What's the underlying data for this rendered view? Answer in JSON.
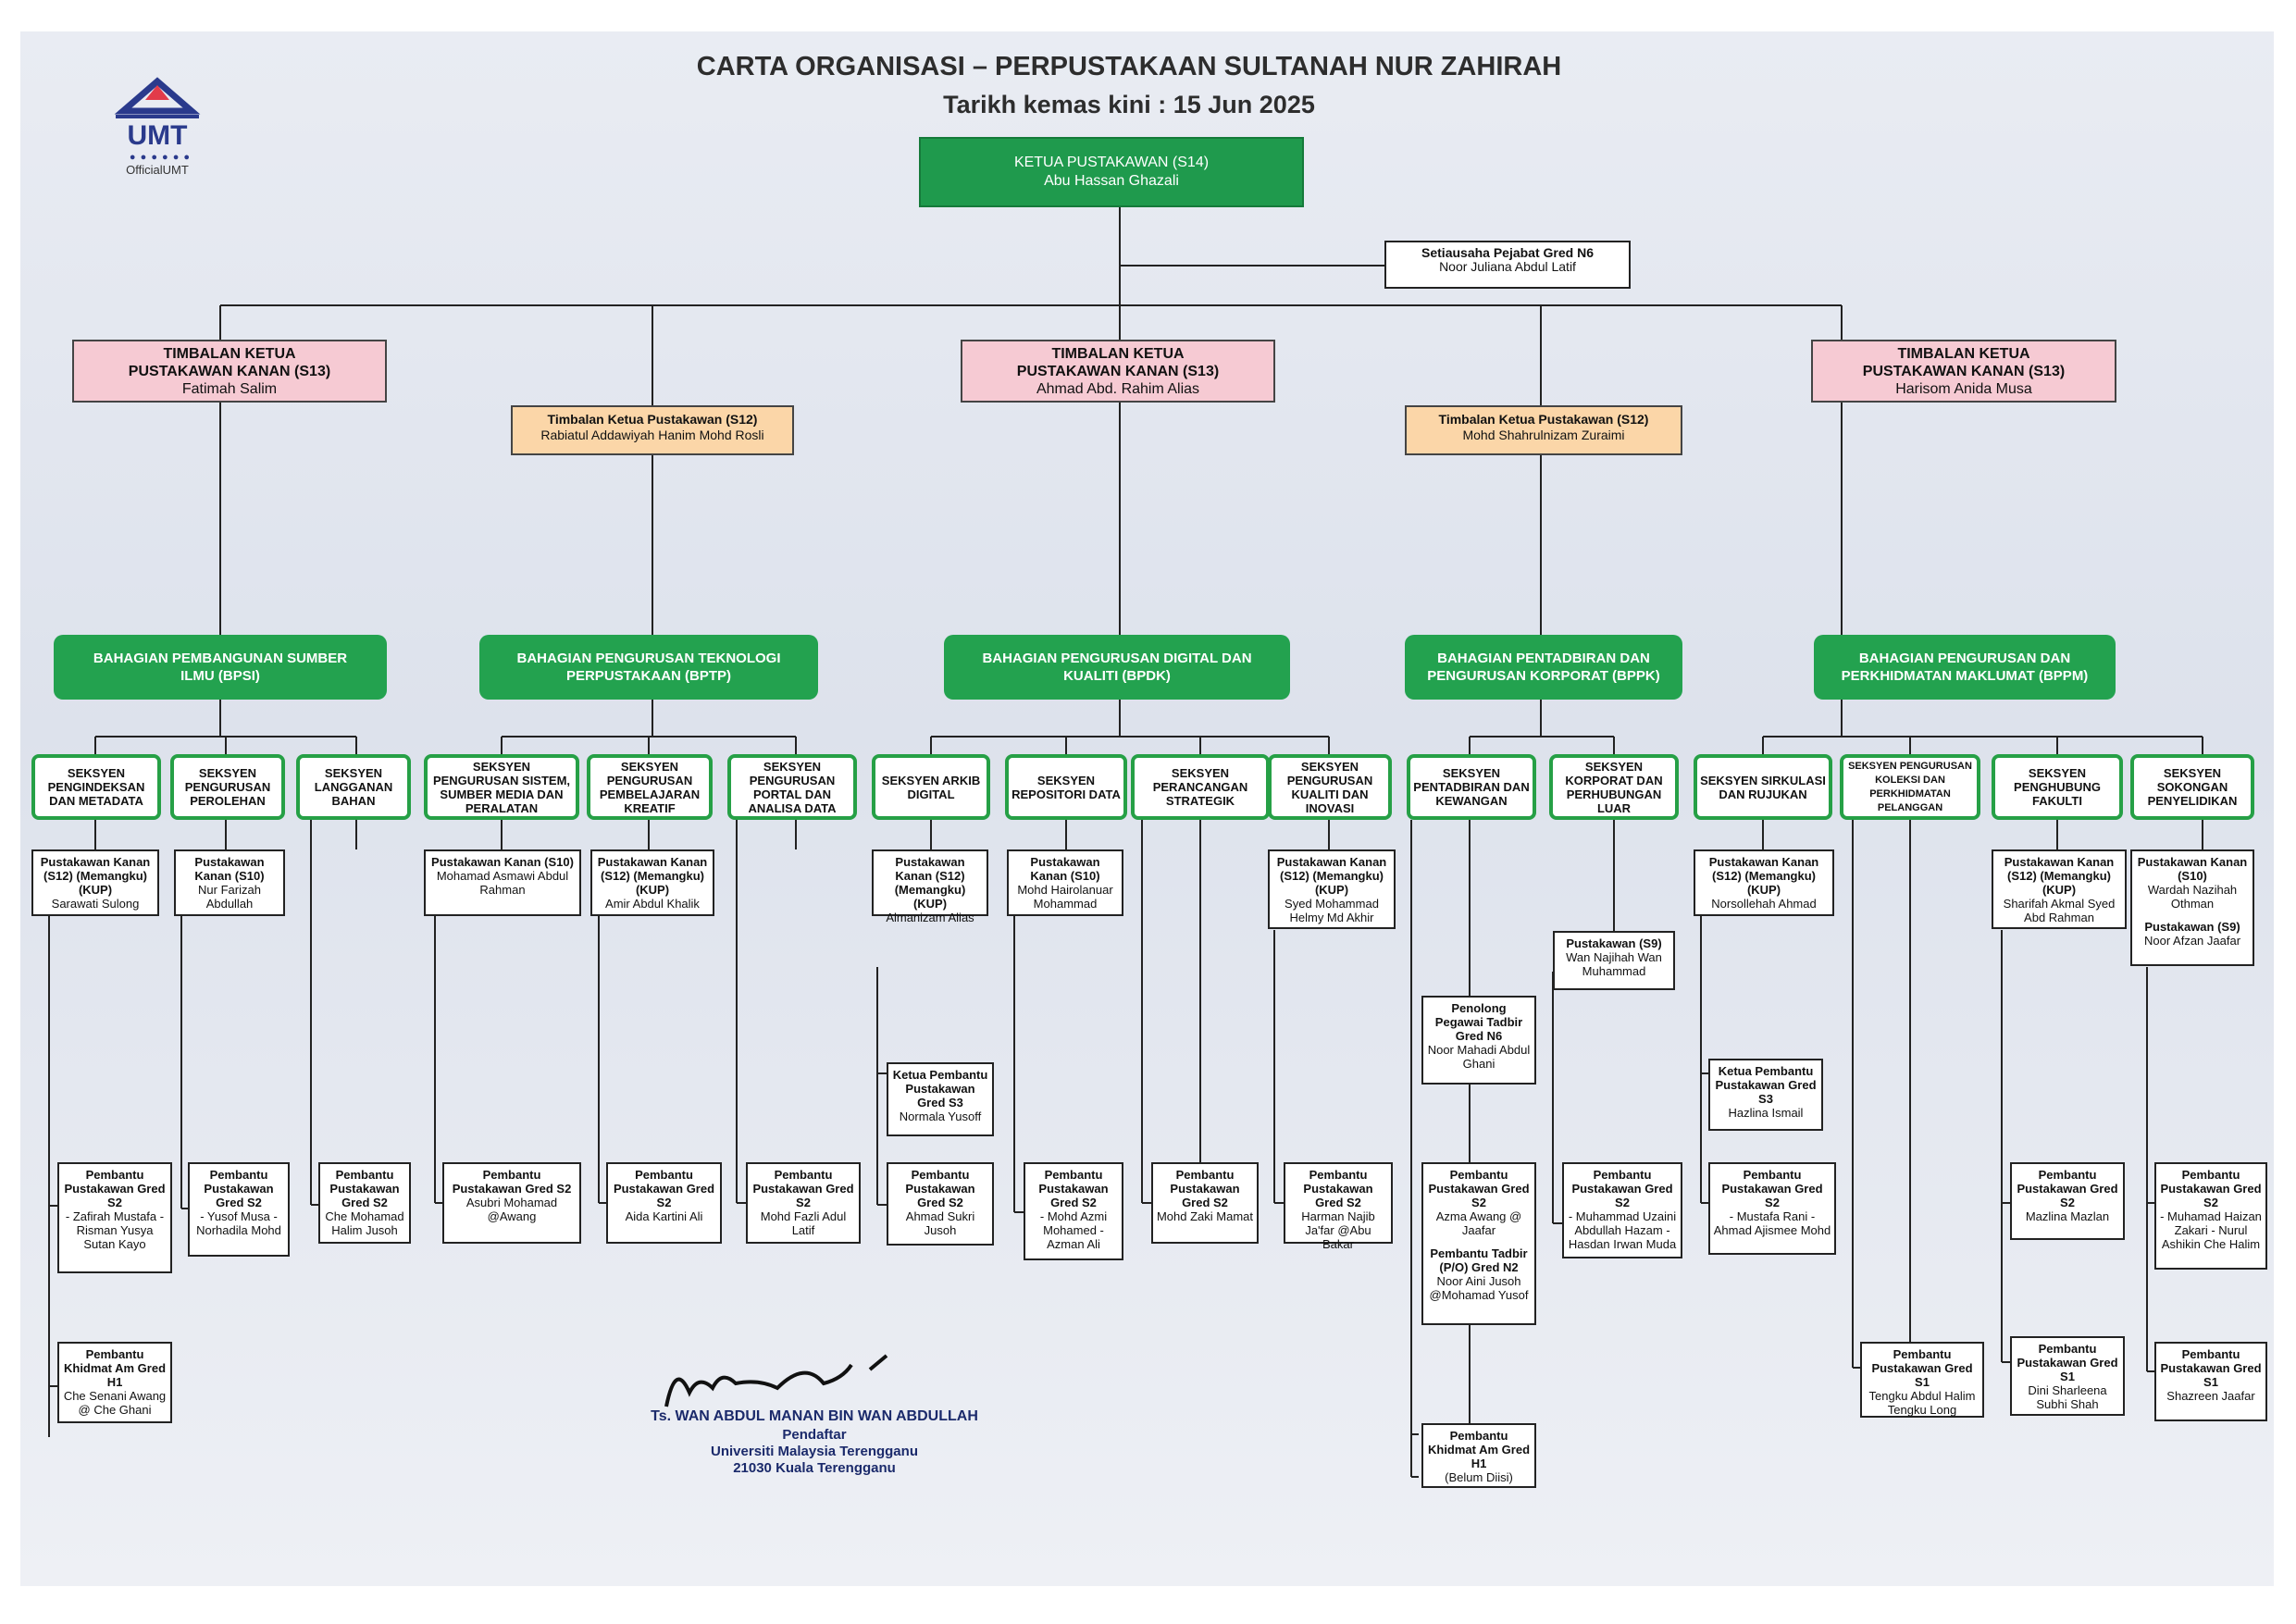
{
  "header": {
    "title": "CARTA ORGANISASI – PERPUSTAKAAN SULTANAH NUR ZAHIRAH",
    "subtitle": "Tarikh kemas kini : 15 Jun 2025"
  },
  "logo": {
    "text": "UMT",
    "handle": "OfficialUMT"
  },
  "colors": {
    "green": "#1f9a4d",
    "pink": "#f6cad3",
    "orange": "#fbd6a8",
    "section_border": "#26a046"
  },
  "top": {
    "role": "KETUA PUSTAKAWAN (S14)",
    "name": "Abu Hassan Ghazali"
  },
  "secretary": {
    "role": "Setiausaha Pejabat Gred N6",
    "name": "Noor Juliana Abdul Latif"
  },
  "deputies": [
    {
      "role1": "TIMBALAN KETUA",
      "role2": "PUSTAKAWAN KANAN (S13)",
      "name": "Fatimah Salim"
    },
    {
      "role1": "TIMBALAN KETUA",
      "role2": "PUSTAKAWAN KANAN (S13)",
      "name": "Ahmad Abd. Rahim Alias"
    },
    {
      "role1": "TIMBALAN KETUA",
      "role2": "PUSTAKAWAN KANAN (S13)",
      "name": "Harisom Anida Musa"
    }
  ],
  "deputies_s12": [
    {
      "role": "Timbalan Ketua Pustakawan (S12)",
      "name": "Rabiatul Addawiyah Hanim Mohd Rosli"
    },
    {
      "role": "Timbalan Ketua Pustakawan (S12)",
      "name": "Mohd Shahrulnizam Zuraimi"
    }
  ],
  "divisions": [
    {
      "l1": "BAHAGIAN PEMBANGUNAN SUMBER",
      "l2": "ILMU (BPSI)"
    },
    {
      "l1": "BAHAGIAN PENGURUSAN TEKNOLOGI",
      "l2": "PERPUSTAKAAN (BPTP)"
    },
    {
      "l1": "BAHAGIAN PENGURUSAN DIGITAL DAN",
      "l2": "KUALITI (BPDK)"
    },
    {
      "l1": "BAHAGIAN PENTADBIRAN DAN",
      "l2": "PENGURUSAN KORPORAT (BPPK)"
    },
    {
      "l1": "BAHAGIAN PENGURUSAN DAN",
      "l2": "PERKHIDMATAN MAKLUMAT (BPPM)"
    }
  ],
  "sections": [
    "SEKSYEN PENGINDEKSAN DAN METADATA",
    "SEKSYEN PENGURUSAN PEROLEHAN",
    "SEKSYEN LANGGANAN BAHAN",
    "SEKSYEN PENGURUSAN SISTEM, SUMBER MEDIA DAN PERALATAN",
    "SEKSYEN PENGURUSAN PEMBELAJARAN KREATIF",
    "SEKSYEN PENGURUSAN PORTAL DAN ANALISA DATA",
    "SEKSYEN ARKIB DIGITAL",
    "SEKSYEN REPOSITORI DATA",
    "SEKSYEN PERANCANGAN STRATEGIK",
    "SEKSYEN PENGURUSAN KUALITI DAN INOVASI",
    "SEKSYEN PENTADBIRAN DAN KEWANGAN",
    "SEKSYEN KORPORAT DAN PERHUBUNGAN LUAR",
    "SEKSYEN SIRKULASI DAN RUJUKAN",
    "SEKSYEN PENGURUSAN KOLEKSI DAN PERKHIDMATAN PELANGGAN",
    "SEKSYEN PENGHUBUNG FAKULTI",
    "SEKSYEN SOKONGAN PENYELIDIKAN"
  ],
  "staff": {
    "s1a": {
      "bold": "Pustakawan Kanan (S12) (Memangku) (KUP)",
      "text": "Sarawati Sulong"
    },
    "s1b": {
      "bold": "Pembantu Pustakawan Gred S2",
      "text": "- Zafirah Mustafa - Risman Yusya Sutan Kayo"
    },
    "s1c": {
      "bold": "Pembantu Khidmat Am Gred H1",
      "text": "Che Senani Awang @ Che Ghani"
    },
    "s2a": {
      "bold": "Pustakawan Kanan (S10)",
      "text": "Nur Farizah Abdullah"
    },
    "s2b": {
      "bold": "Pembantu Pustakawan Gred S2",
      "text": "- Yusof Musa - Norhadila Mohd"
    },
    "s3a": {
      "bold": "Pembantu Pustakawan Gred S2",
      "text": "Che Mohamad Halim Jusoh"
    },
    "s4a": {
      "bold": "Pustakawan Kanan (S10)",
      "text": "Mohamad Asmawi Abdul Rahman"
    },
    "s4b": {
      "bold": "Pembantu Pustakawan Gred S2",
      "text": "Asubri Mohamad @Awang"
    },
    "s5a": {
      "bold": "Pustakawan Kanan (S12) (Memangku) (KUP)",
      "text": "Amir Abdul Khalik"
    },
    "s5b": {
      "bold": "Pembantu Pustakawan Gred S2",
      "text": "Aida Kartini Ali"
    },
    "s6a": {
      "bold": "Pembantu Pustakawan Gred S2",
      "text": "Mohd Fazli Adul Latif"
    },
    "s7a": {
      "bold": "Pustakawan Kanan (S12) (Memangku) (KUP)",
      "text": "Almanizam Alias"
    },
    "s7b": {
      "bold": "Ketua Pembantu Pustakawan Gred S3",
      "text": "Normala Yusoff"
    },
    "s7c": {
      "bold": "Pembantu Pustakawan Gred S2",
      "text": "Ahmad Sukri Jusoh"
    },
    "s8a": {
      "bold": "Pustakawan Kanan (S10)",
      "text": "Mohd Hairolanuar Mohammad"
    },
    "s8b": {
      "bold": "Pembantu Pustakawan Gred S2",
      "text": "- Mohd Azmi Mohamed - Azman Ali"
    },
    "s9a": {
      "bold": "Pembantu Pustakawan Gred S2",
      "text": "Mohd Zaki Mamat"
    },
    "s10a": {
      "bold": "Pustakawan Kanan (S12) (Memangku) (KUP)",
      "text": "Syed Mohammad Helmy Md Akhir"
    },
    "s10b": {
      "bold": "Pembantu Pustakawan Gred S2",
      "text": "Harman Najib Ja'far @Abu Bakar"
    },
    "s11a": {
      "bold": "Penolong Pegawai Tadbir Gred N6",
      "text": "Noor Mahadi Abdul Ghani"
    },
    "s11b": {
      "bold": "Pembantu Pustakawan Gred S2",
      "text": "Azma Awang @ Jaafar"
    },
    "s11b2": {
      "bold": "Pembantu Tadbir (P/O) Gred N2",
      "text": "Noor Aini Jusoh @Mohamad Yusof"
    },
    "s11c": {
      "bold": "Pembantu Khidmat Am Gred H1",
      "text": "(Belum Diisi)"
    },
    "s12a": {
      "bold": "Pustakawan (S9)",
      "text": "Wan Najihah Wan Muhammad"
    },
    "s12b": {
      "bold": "Pembantu Pustakawan Gred S2",
      "text": "- Muhammad Uzaini Abdullah Hazam - Hasdan Irwan Muda"
    },
    "s13a": {
      "bold": "Pustakawan Kanan (S12) (Memangku) (KUP)",
      "text": "Norsollehah Ahmad"
    },
    "s13b": {
      "bold": "Ketua Pembantu Pustakawan Gred S3",
      "text": "Hazlina Ismail"
    },
    "s13c": {
      "bold": "Pembantu Pustakawan Gred S2",
      "text": "- Mustafa Rani - Ahmad Ajismee Mohd"
    },
    "s14a": {
      "bold": "Pembantu Pustakawan Gred S1",
      "text": "Tengku Abdul Halim Tengku Long"
    },
    "s15a": {
      "bold": "Pustakawan Kanan (S12) (Memangku) (KUP)",
      "text": "Sharifah Akmal Syed Abd Rahman"
    },
    "s15b": {
      "bold": "Pembantu Pustakawan Gred S2",
      "text": "Mazlina Mazlan"
    },
    "s15c": {
      "bold": "Pembantu Pustakawan Gred S1",
      "text": "Dini Sharleena Subhi Shah"
    },
    "s16a": {
      "bold": "Pustakawan Kanan (S10)",
      "text": "Wardah Nazihah Othman"
    },
    "s16a2": {
      "bold": "Pustakawan (S9)",
      "text": "Noor Afzan Jaafar"
    },
    "s16b": {
      "bold": "Pembantu Pustakawan Gred S2",
      "text": "- Muhamad Haizan Zakari - Nurul Ashikin Che Halim"
    },
    "s16c": {
      "bold": "Pembantu Pustakawan Gred S1",
      "text": "Shazreen Jaafar"
    }
  },
  "signature": {
    "name": "Ts. WAN ABDUL MANAN BIN WAN ABDULLAH",
    "title": "Pendaftar",
    "org": "Universiti Malaysia Terengganu",
    "address": "21030 Kuala Terengganu"
  }
}
